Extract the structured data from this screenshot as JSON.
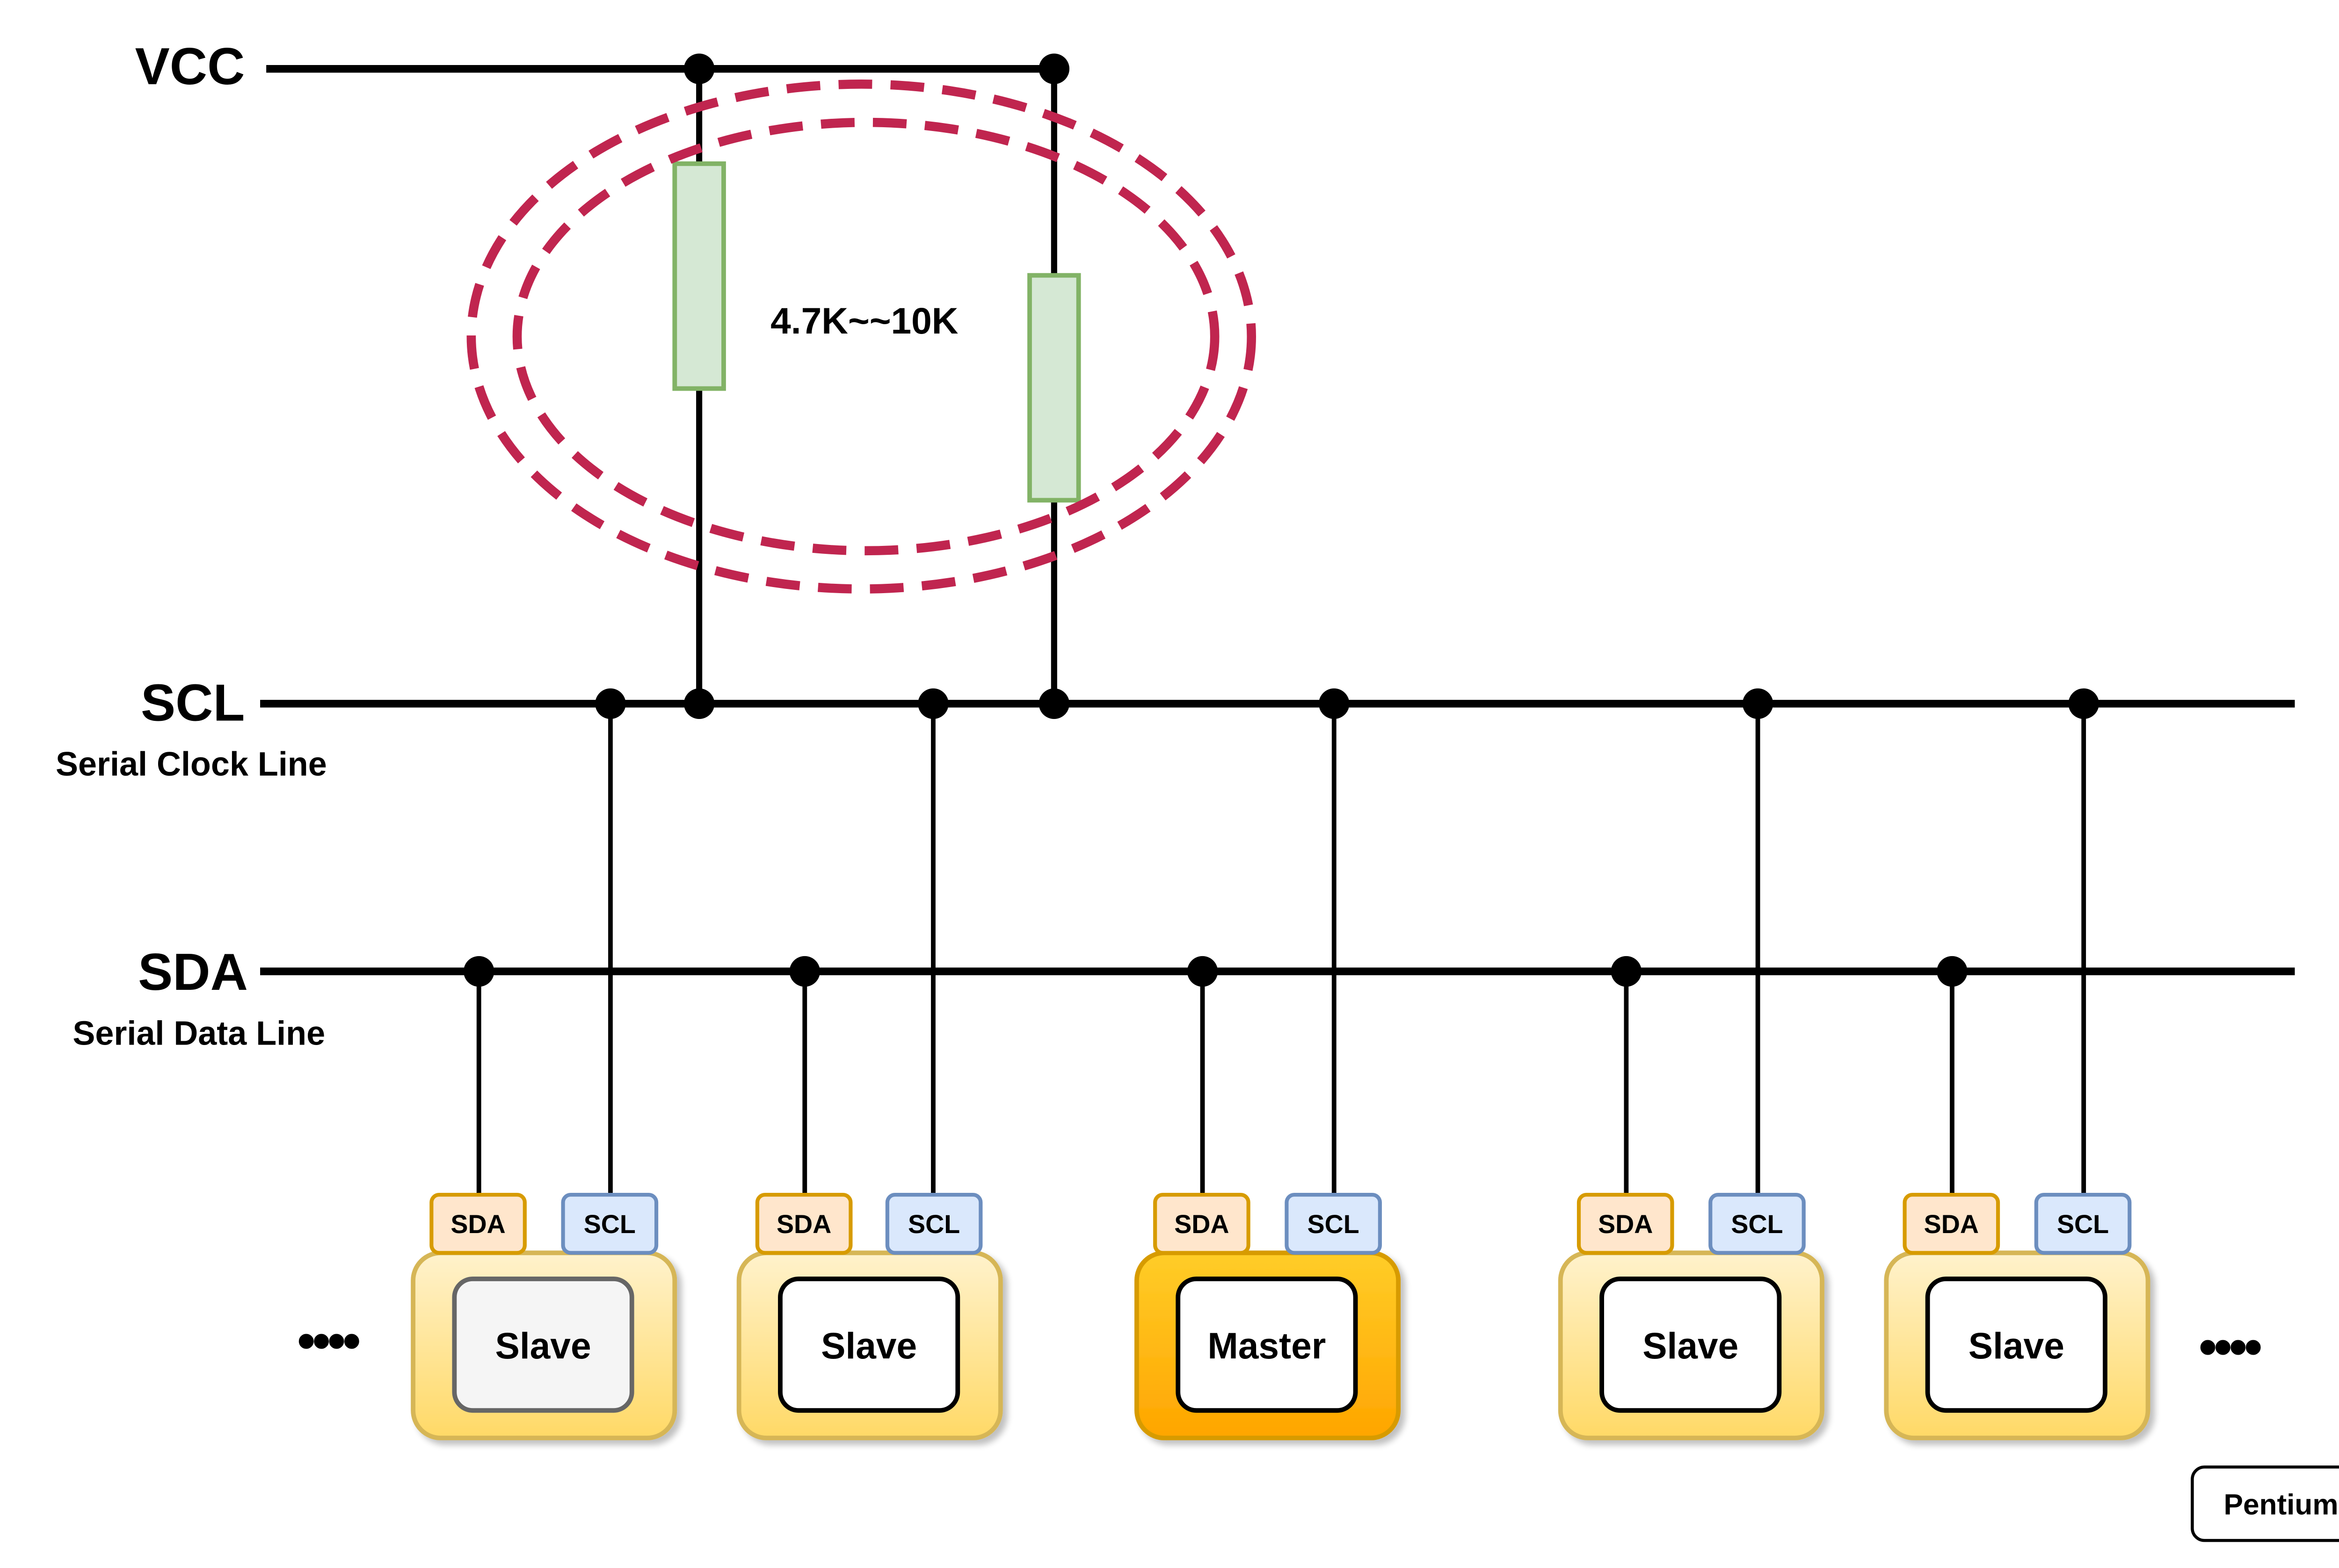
{
  "bus": {
    "vcc_label": "VCC",
    "scl_label": "SCL",
    "scl_desc": "Serial Clock Line",
    "sda_label": "SDA",
    "sda_desc": "Serial Data Line"
  },
  "resistor_label": "4.7K~~10K",
  "devices": [
    {
      "role": "slave",
      "label": "Slave",
      "sda_pin": "SDA",
      "scl_pin": "SCL"
    },
    {
      "role": "slave",
      "label": "Slave",
      "sda_pin": "SDA",
      "scl_pin": "SCL"
    },
    {
      "role": "master",
      "label": "Master",
      "sda_pin": "SDA",
      "scl_pin": "SCL"
    },
    {
      "role": "slave",
      "label": "Slave",
      "sda_pin": "SDA",
      "scl_pin": "SCL"
    },
    {
      "role": "slave",
      "label": "Slave",
      "sda_pin": "SDA",
      "scl_pin": "SCL"
    }
  ],
  "ellipsis_left": "••••",
  "ellipsis_right": "••••",
  "corner_tag": "Pentium",
  "colors": {
    "wire": "#000000",
    "resistor_fill": "#d5e8d4",
    "resistor_stroke": "#82b366",
    "highlight": "#c0254f",
    "slave_fill": "#fff2cc",
    "slave_stroke": "#d6b656",
    "master_fill": "#ffcd28",
    "master_stroke": "#d79b00",
    "sda_pin_fill": "#ffe6cc",
    "sda_pin_stroke": "#d79b00",
    "scl_pin_fill": "#dae8fc",
    "scl_pin_stroke": "#6c8ebf"
  }
}
